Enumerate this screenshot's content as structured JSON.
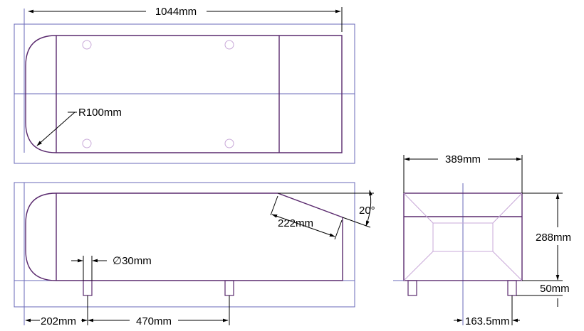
{
  "colors": {
    "outline": "#5a2a6e",
    "frame": "#6a6ab8",
    "light": "#c8a8d8",
    "dimension": "#000000"
  },
  "dimensions": {
    "overall_length": "1044mm",
    "corner_radius": "R100mm",
    "slope_length": "222mm",
    "slope_angle": "20°",
    "hole_diameter": "∅",
    "hole_diameter_value": "30mm",
    "foot_offset": "202mm",
    "foot_spacing": "470mm",
    "width": "389mm",
    "height": "288mm",
    "foot_height": "50mm",
    "center_offset": "163.5mm"
  }
}
